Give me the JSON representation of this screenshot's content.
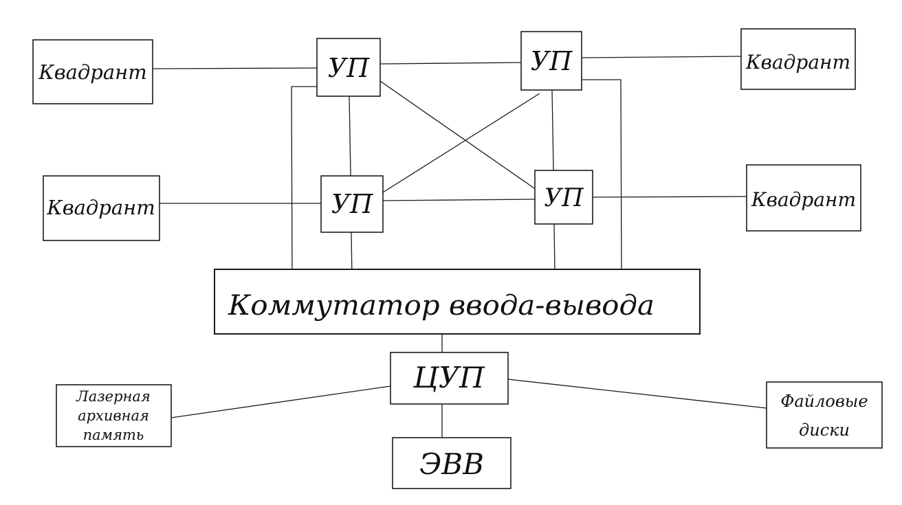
{
  "nodes": {
    "quadrant_top_left": "Квадрант",
    "quadrant_top_right": "Квадрант",
    "quadrant_mid_left": "Квадрант",
    "quadrant_mid_right": "Квадрант",
    "cp_top_left": "УП",
    "cp_top_right": "УП",
    "cp_mid_left": "УП",
    "cp_mid_right": "УП",
    "io_switch": "Коммутатор ввода-вывода",
    "central_cp": "ЦУП",
    "laser_memory": [
      "Лазерная",
      "архивная",
      "память"
    ],
    "file_disks": [
      "Файловые",
      "диски"
    ],
    "evv": "ЭВВ"
  },
  "colors": {
    "ink": "#1a1a1a",
    "paper": "#ffffff"
  }
}
